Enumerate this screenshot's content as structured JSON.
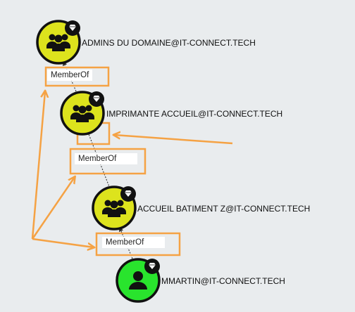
{
  "graph": {
    "nodes": [
      {
        "label": "ADMINS DU DOMAINE@IT-CONNECT.TECH",
        "type": "group",
        "color": "#dde31d"
      },
      {
        "label": "IMPRIMANTE ACCUEIL@IT-CONNECT.TECH",
        "type": "group",
        "color": "#dde31d"
      },
      {
        "label": "ACCUEIL BATIMENT Z@IT-CONNECT.TECH",
        "type": "group",
        "color": "#dde31d"
      },
      {
        "label": "MMARTIN@IT-CONNECT.TECH",
        "type": "user",
        "color": "#29e42d"
      }
    ],
    "edges": [
      {
        "label": "MemberOf"
      },
      {
        "label": "MemberOf"
      },
      {
        "label": "MemberOf"
      }
    ]
  },
  "icons": {
    "group": "group-icon",
    "user": "user-icon",
    "badge": "gem-badge-icon"
  },
  "colors": {
    "annotation": "#f5a244",
    "background": "#e9ecee"
  }
}
